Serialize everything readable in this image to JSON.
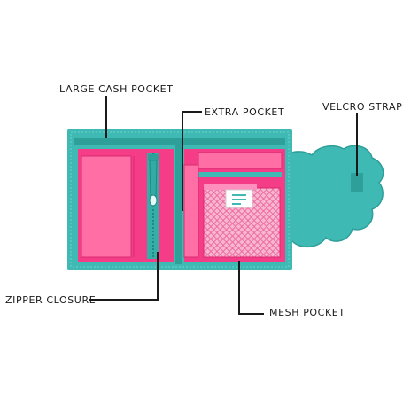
{
  "labels": {
    "large_cash_pocket": "LARGE CASH POCKET",
    "extra_pocket": "EXTRA POCKET",
    "velcro_strap": "VELCRO STRAP",
    "zipper_closure": "ZIPPER CLOSURE",
    "mesh_pocket": "MESH POCKET"
  },
  "colors": {
    "teal": "#3fb9b3",
    "teal_dark": "#2e9f99",
    "pink": "#f53c86",
    "pink_light": "#ff7fb0",
    "mesh": "#f7a6c8",
    "leader": "#1a1a1a"
  }
}
